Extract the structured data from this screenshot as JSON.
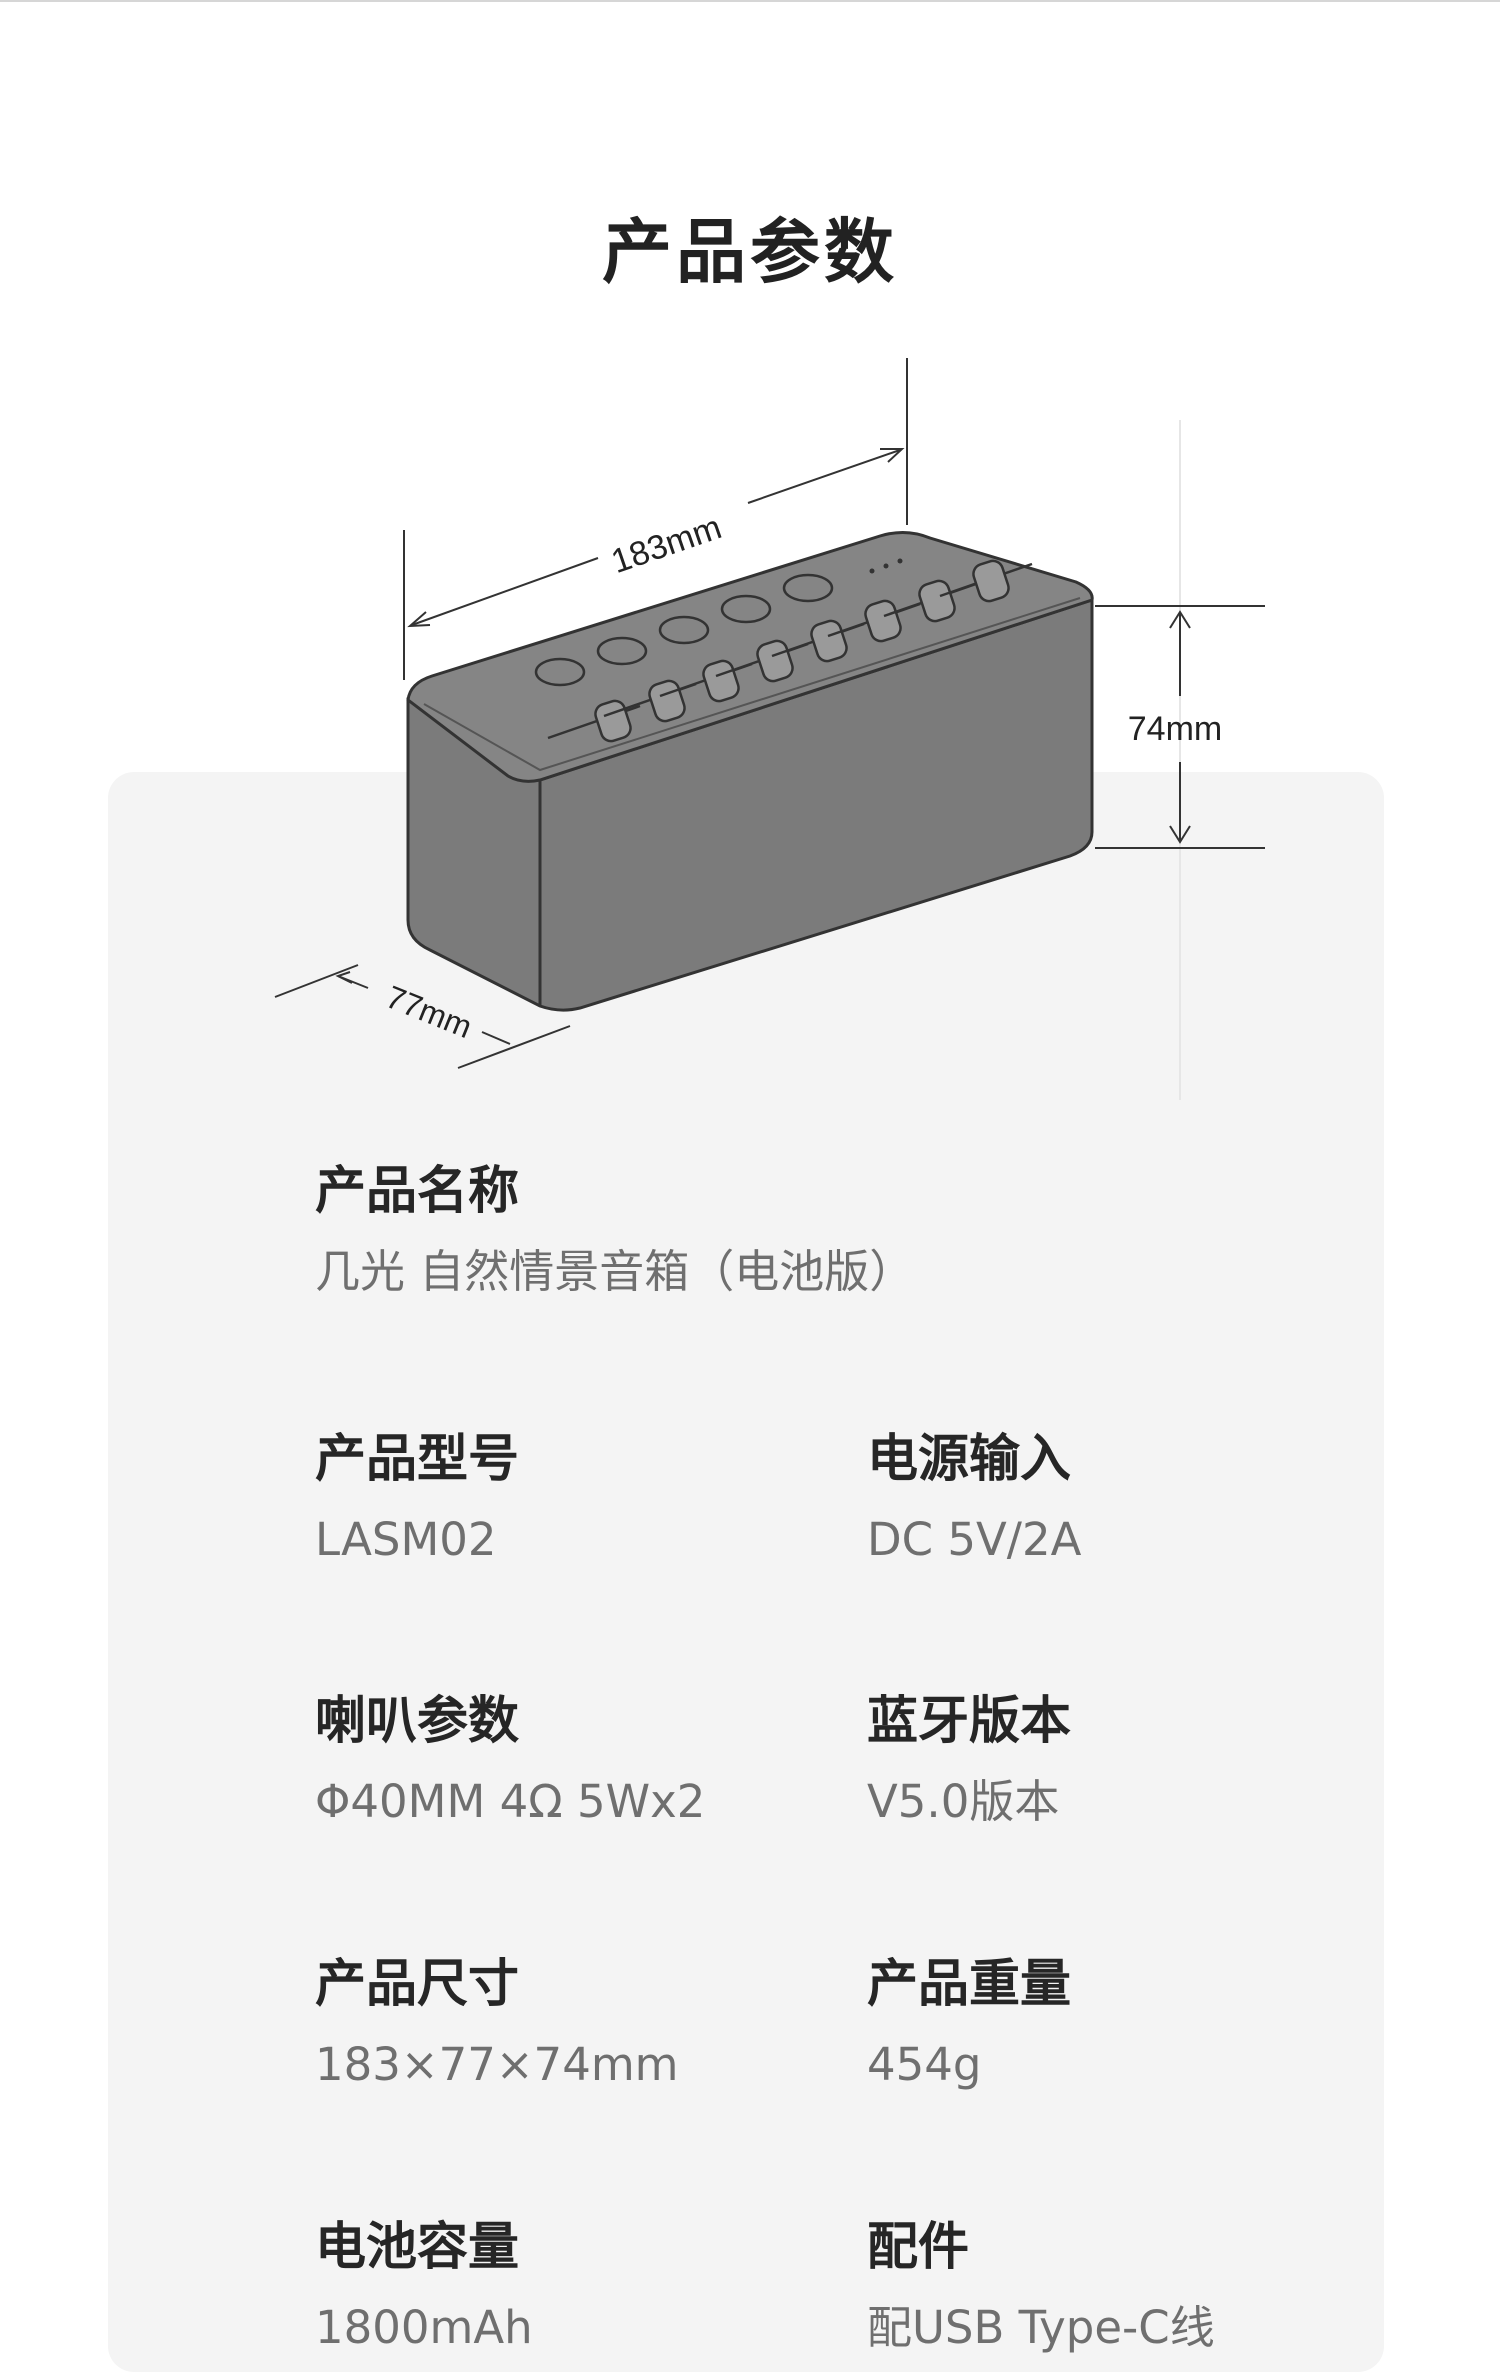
{
  "title": "产品参数",
  "figure": {
    "width_label": "183mm",
    "height_label": "74mm",
    "depth_label": "77mm"
  },
  "specs": {
    "name": {
      "label": "产品名称",
      "value": "几光 自然情景音箱（电池版）"
    },
    "model": {
      "label": "产品型号",
      "value": "LASM02"
    },
    "power": {
      "label": "电源输入",
      "value": "DC 5V/2A"
    },
    "speaker": {
      "label": "喇叭参数",
      "value": "Φ40MM 4Ω 5Wx2"
    },
    "bluetooth": {
      "label": "蓝牙版本",
      "value": "V5.0版本"
    },
    "size": {
      "label": "产品尺寸",
      "value": "183×77×74mm"
    },
    "weight": {
      "label": "产品重量",
      "value": "454g"
    },
    "battery": {
      "label": "电池容量",
      "value": "1800mAh"
    },
    "accessories": {
      "label": "配件",
      "value": "配USB Type-C线"
    }
  }
}
